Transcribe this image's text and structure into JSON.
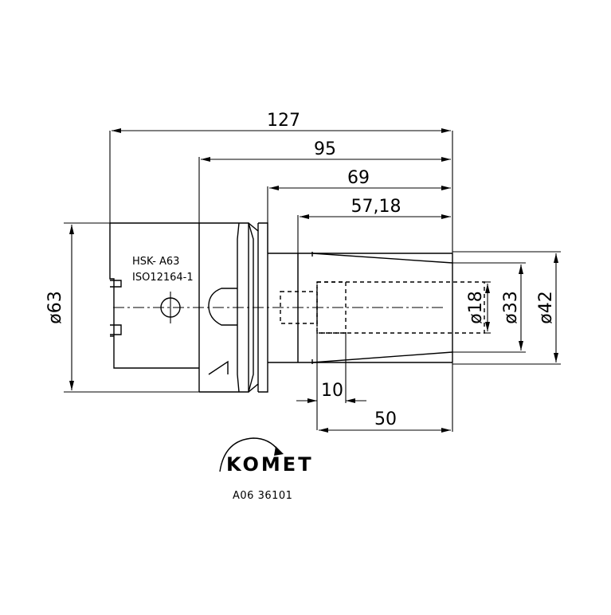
{
  "drawing": {
    "dimensions": {
      "total_length": "127",
      "length_95": "95",
      "length_69": "69",
      "length_57": "57,18",
      "dia_63": "ø63",
      "dia_18": "ø18",
      "dia_33": "ø33",
      "dia_42": "ø42",
      "width_10": "10",
      "length_50": "50"
    },
    "labels": {
      "interface": "HSK- A63",
      "standard": "ISO12164-1"
    },
    "brand": {
      "logo_text": "KOMET",
      "part_number": "A06 36101"
    }
  }
}
